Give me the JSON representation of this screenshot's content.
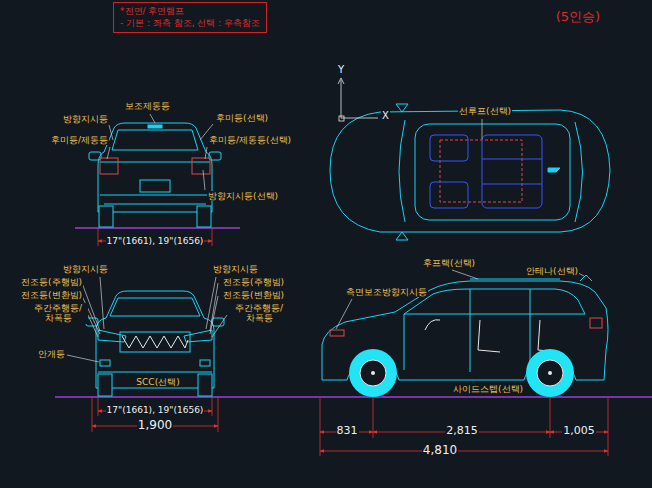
{
  "diagram": {
    "nodes": [
      {
        "text": [
          "*전면/ 후면램프",
          "- 기본 : 좌측 참조, 선택 : 우측참조"
        ]
      }
    ],
    "labels": [
      "(5인승)",
      "보조제동등",
      "방향지시등",
      "후미등(선택)",
      "후미등/제동등",
      "후미등/제동등(선택)",
      "방향지시등(선택)",
      "17\"(1661), 19\"(1656)",
      "Y",
      "X",
      "선루프(선택)",
      "방향지시등",
      "방향지시등",
      "전조등(주행빔)",
      "전조등(주행빔)",
      "전조등(변환빔)",
      "전조등(변환빔)",
      "주간주행등/ 차폭등",
      "주간주행등/ 차폭등",
      "안개등",
      "SCC(선택)",
      "17\"(1661), 19\"(1656)",
      "1,900",
      "후프랙(선택)",
      "안테나(선택)",
      "측면보조방향지시등",
      "사이드스텝(선택)",
      "831",
      "2,815",
      "1,005",
      "4,810"
    ]
  }
}
